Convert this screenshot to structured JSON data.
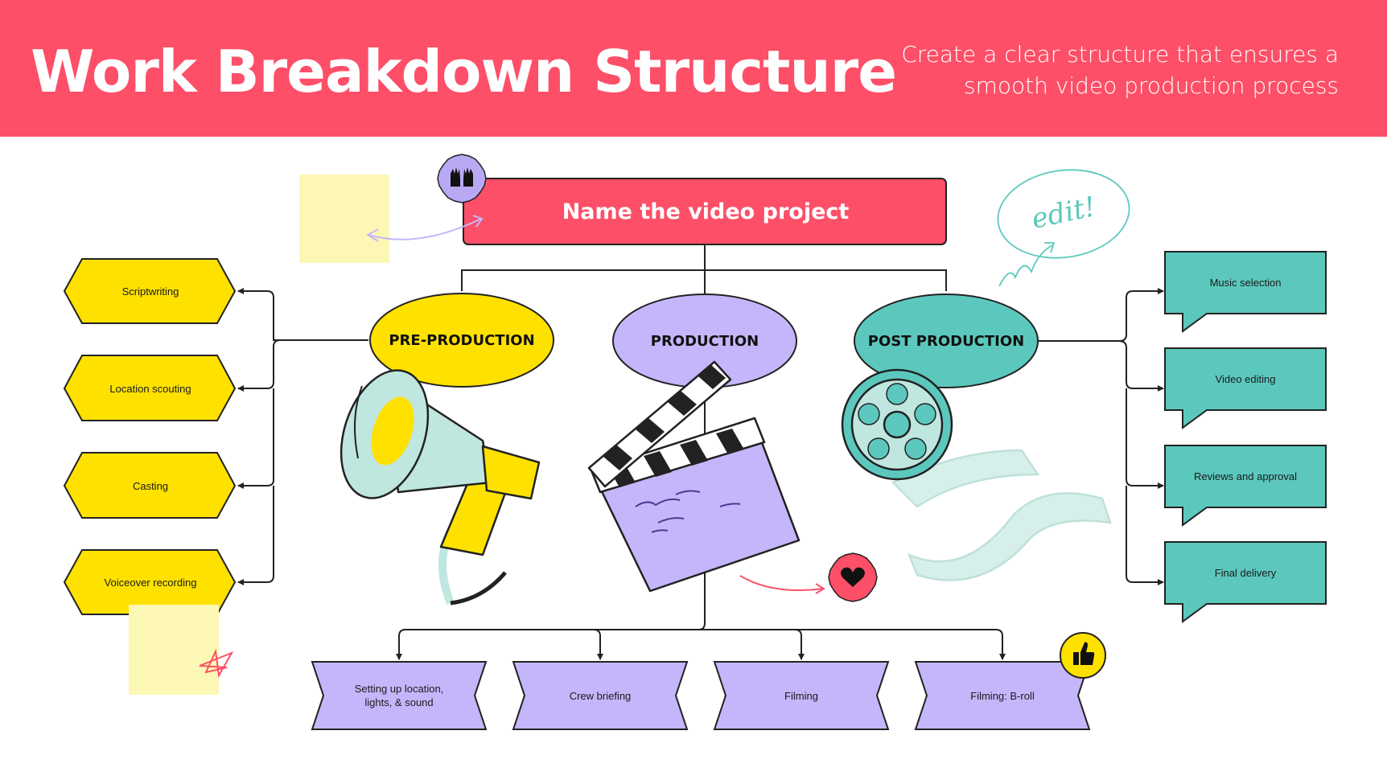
{
  "header": {
    "title": "Work Breakdown Structure",
    "subtitle": "Create a clear structure that ensures a smooth video production process"
  },
  "root": {
    "label": "Name the video project"
  },
  "phases": [
    {
      "label": "PRE-PRODUCTION",
      "color": "#ffe100",
      "tasks": [
        "Scriptwriting",
        "Location scouting",
        "Casting",
        "Voiceover recording"
      ]
    },
    {
      "label": "PRODUCTION",
      "color": "#c5b6fb",
      "tasks": [
        "Setting up location, lights, & sound",
        "Crew briefing",
        "Filming",
        "Filming: B-roll"
      ]
    },
    {
      "label": "POST PRODUCTION",
      "color": "#5cc8bd",
      "tasks": [
        "Music selection",
        "Video editing",
        "Reviews and approval",
        "Final delivery"
      ]
    }
  ],
  "annotations": {
    "edit_note": "edit!"
  },
  "icons": [
    "raised-hands-icon",
    "heart-icon",
    "thumbs-up-icon",
    "star-doodle-icon",
    "megaphone-icon",
    "clapperboard-icon",
    "film-reel-icon"
  ],
  "colors": {
    "header": "#fd4f68",
    "root": "#fd4f68",
    "sticky": "#fdf7b6",
    "line": "#222222"
  }
}
